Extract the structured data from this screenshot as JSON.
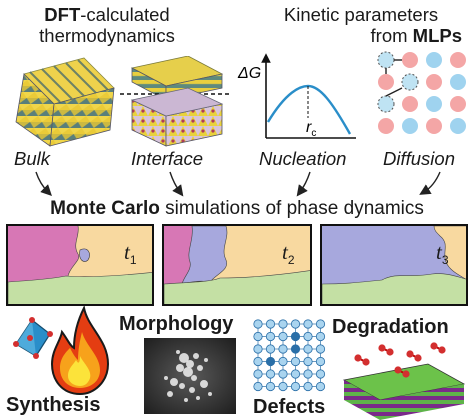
{
  "header": {
    "left_bold": "DFT",
    "left_rest": "-calculated",
    "left_line2": "thermodynamics",
    "right_line1": "Kinetic parameters",
    "right_prefix": "from ",
    "right_bold": "MLPs"
  },
  "methods": {
    "bulk": "Bulk",
    "interface": "Interface",
    "nucleation": "Nucleation",
    "diffusion": "Diffusion"
  },
  "nucleation_plot": {
    "y_symbol": "ΔG",
    "x_symbol": "r",
    "x_subscript": "c"
  },
  "simulation": {
    "bold": "Monte Carlo",
    "rest": " simulations of phase dynamics"
  },
  "panels": [
    {
      "t": "t",
      "sub": "1"
    },
    {
      "t": "t",
      "sub": "2"
    },
    {
      "t": "t",
      "sub": "3"
    }
  ],
  "outcomes": {
    "synthesis": "Synthesis",
    "morphology": "Morphology",
    "defects": "Defects",
    "degradation": "Degradation"
  },
  "colors": {
    "phase_pink": "#d777b5",
    "phase_orange": "#f8d9a0",
    "phase_green": "#c4e0a4",
    "phase_blue": "#a7a8dd",
    "accent_blue": "#2a8ec9"
  }
}
